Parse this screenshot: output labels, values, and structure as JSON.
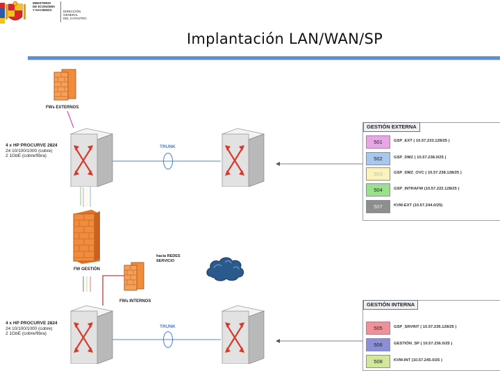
{
  "header": {
    "title": "Implantación LAN/WAN/SP",
    "ministry_lines": [
      "MINISTERIO",
      "DE ECONOMÍA",
      "Y HACIENDA"
    ],
    "agency_lines": [
      "DIRECCIÓN",
      "GENERAL",
      "DEL CATASTRO"
    ]
  },
  "labels": {
    "fw_externos": "FWs EXTERNOS",
    "fw_gestion": "FW GESTIÓN",
    "fw_internos": "FWs INTERNOS",
    "trunk_top": "TRUNK",
    "trunk_bottom": "TRUNK",
    "hacia_redes_1": "hacia REDES",
    "hacia_redes_2": "SERVICIO"
  },
  "switch_groups": [
    {
      "title": "4 x HP PROCURVE 2824",
      "line1": "24 10/100/1000 (cobre)",
      "line2": "2 1GbE (cobre/fibra)"
    },
    {
      "title": "4 x HP PROCURVE 2824",
      "line1": "24 10/100/1000 (cobre)",
      "line2": "2 1GbE (cobre/fibra)"
    }
  ],
  "gestion_externa": {
    "title": "GESTIÓN EXTERNA",
    "rows": [
      {
        "vlan": "501",
        "color": "#e8a6e6",
        "text": "GSP_EXT ( 10.57.233.128/25 )"
      },
      {
        "vlan": "502",
        "color": "#a9c6ec",
        "text": "GSP_DMZ ( 10.57.238.0/25 )"
      },
      {
        "vlan": "503",
        "color": "#fbf3bc",
        "text": "GSP_DMZ_OVC ( 10.57.238.128/25 )"
      },
      {
        "vlan": "504",
        "color": "#9be08c",
        "text": "GSP_INTRAFW (10.57.222.128/25 )"
      },
      {
        "vlan": "507",
        "color": "#8e8e8e",
        "text": "KVM-EXT (10.57.244.0/25)"
      }
    ]
  },
  "gestion_interna": {
    "title": "GESTIÓN INTERNA",
    "rows": [
      {
        "vlan": "505",
        "color": "#f0919a",
        "text": "GSP_SRVINT ( 10.57.236.128/25 )"
      },
      {
        "vlan": "506",
        "color": "#8c8fd6",
        "text": "GESTIÓN_SP ( 10.57.236.0/25 )"
      },
      {
        "vlan": "508",
        "color": "#d2e79b",
        "text": "KVM-INT (10.57.245.0/25 )"
      }
    ]
  },
  "colors": {
    "accent_rule": "#5b8fd6",
    "firewall": "#f08c3c",
    "switch_arrows": "#d63a2a",
    "cloud": "#2a5a8c",
    "trunk_text": "#4a7bd0"
  }
}
